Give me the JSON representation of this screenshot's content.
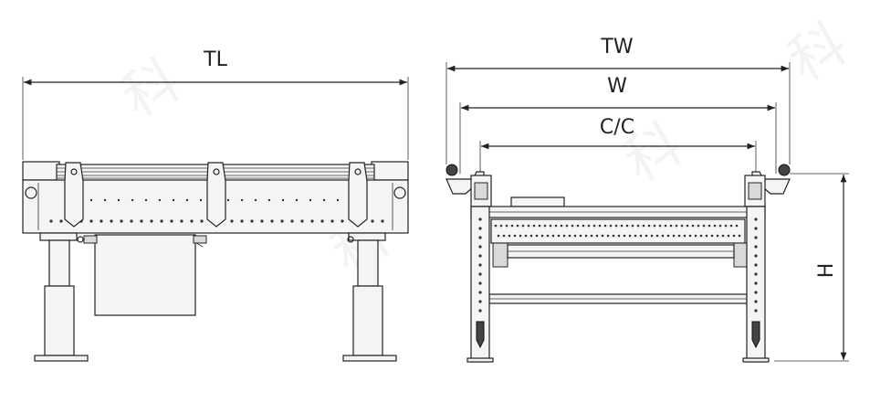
{
  "side_view": {
    "dim_total_length": "TL"
  },
  "end_view": {
    "dim_total_width": "TW",
    "dim_width": "W",
    "dim_center_to_center": "C/C",
    "dim_height": "H"
  }
}
